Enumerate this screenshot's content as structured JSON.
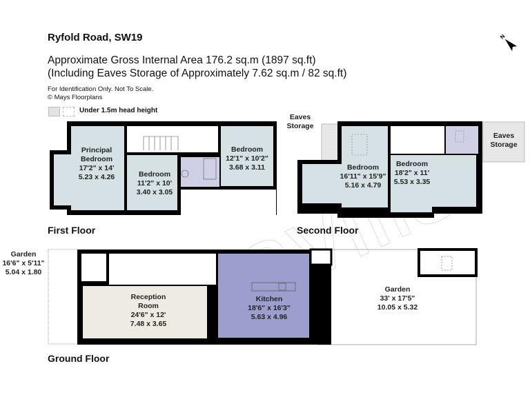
{
  "title": "Ryfold Road, SW19",
  "area_line1": "Approximate Gross Internal Area 176.2 sq.m (1897 sq.ft)",
  "area_line2": "(Including Eaves Storage of Approximately 7.62 sq.m / 82 sq.ft)",
  "note1": "For Identification Only. Not To Scale.",
  "note2": "© Mays Floorplans",
  "legend": "Under 1.5m head height",
  "floors": {
    "first": "First Floor",
    "second": "Second Floor",
    "ground": "Ground Floor"
  },
  "rooms": {
    "principal": {
      "name1": "Principal",
      "name2": "Bedroom",
      "imperial": "17'2\" x 14'",
      "metric": "5.23 x 4.26"
    },
    "ff_bed2": {
      "name": "Bedroom",
      "imperial": "11'2\" x 10'",
      "metric": "3.40 x 3.05"
    },
    "ff_bed3": {
      "name": "Bedroom",
      "imperial": "12'1\" x 10'2\"",
      "metric": "3.68 x 3.11"
    },
    "sf_bed1": {
      "name": "Bedroom",
      "imperial": "16'11\" x 15'9\"",
      "metric": "5.16 x 4.79"
    },
    "sf_bed2": {
      "name": "Bedroom",
      "imperial": "18'2\" x 11'",
      "metric": "5.53 x 3.35"
    },
    "eaves_left": {
      "name1": "Eaves",
      "name2": "Storage"
    },
    "eaves_right": {
      "name1": "Eaves",
      "name2": "Storage"
    },
    "garden_front": {
      "name": "Garden",
      "imperial": "16'6\" x 5'11\"",
      "metric": "5.04 x 1.80"
    },
    "reception": {
      "name1": "Reception",
      "name2": "Room",
      "imperial": "24'6\" x 12'",
      "metric": "7.48 x 3.65"
    },
    "kitchen": {
      "name": "Kitchen",
      "imperial": "18'6\" x 16'3\"",
      "metric": "5.63 x 4.96"
    },
    "garden_rear": {
      "name": "Garden",
      "imperial": "33' x 17'5\"",
      "metric": "10.05 x 5.32"
    }
  },
  "colors": {
    "bedroom": "#d5e1e5",
    "bathroom": "#cfcfe6",
    "kitchen": "#9c9fcd",
    "reception": "#eeebe2",
    "eaves": "#e6e6e6",
    "wall": "#000000"
  },
  "icons": {
    "compass": "north-arrow-icon"
  }
}
